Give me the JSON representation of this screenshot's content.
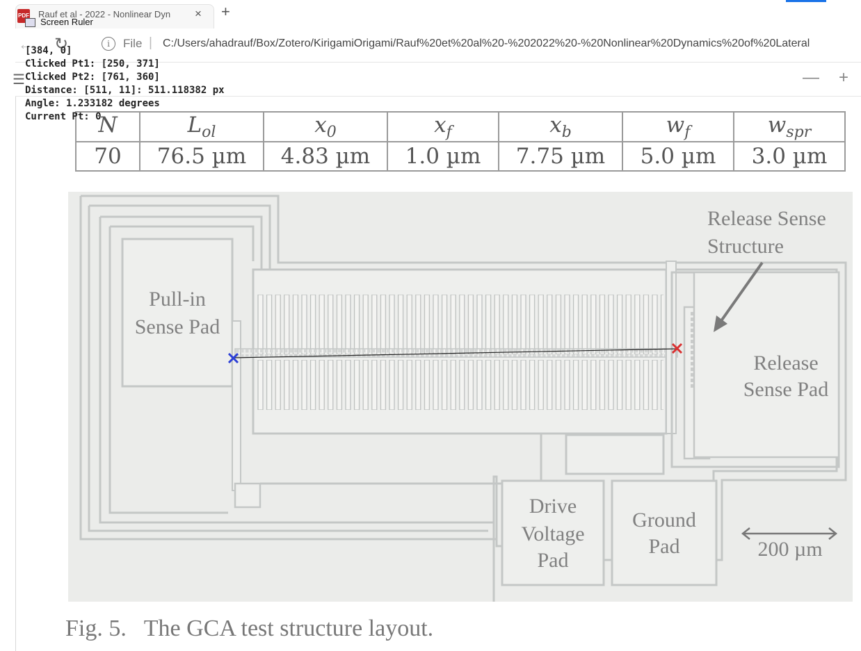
{
  "browser": {
    "tab_title": "Rauf et al - 2022 - Nonlinear Dyn",
    "tab_close": "×",
    "new_tab": "+",
    "file_label": "File",
    "url_separator": "|",
    "url": "C:/Users/ahadrauf/Box/Zotero/KirigamiOrigami/Rauf%20et%20al%20-%202022%20-%20Nonlinear%20Dynamics%20of%20Lateral",
    "zoom_out": "—",
    "zoom_in": "+"
  },
  "screen_ruler": {
    "title": "Screen Ruler",
    "cursor": "[384, 0]",
    "clicked_pt1": "Clicked Pt1: [250, 371]",
    "clicked_pt2": "Clicked Pt2: [761, 360]",
    "distance": "Distance: [511, 11]: 511.118382 px",
    "angle": "Angle: 1.233182 degrees",
    "current_pt": "Current Pt: 0"
  },
  "param_table": {
    "headers": [
      {
        "base": "N",
        "sub": ""
      },
      {
        "base": "L",
        "sub": "ol"
      },
      {
        "base": "x",
        "sub": "0"
      },
      {
        "base": "x",
        "sub": "f"
      },
      {
        "base": "x",
        "sub": "b"
      },
      {
        "base": "w",
        "sub": "f"
      },
      {
        "base": "w",
        "sub": "spr"
      }
    ],
    "values": [
      "70",
      "76.5 µm",
      "4.83 µm",
      "1.0 µm",
      "7.75 µm",
      "5.0 µm",
      "3.0 µm"
    ]
  },
  "figure": {
    "labels": {
      "release_structure_1": "Release Sense",
      "release_structure_2": "Structure",
      "pullin_1": "Pull-in",
      "pullin_2": "Sense Pad",
      "release_pad_1": "Release",
      "release_pad_2": "Sense Pad",
      "drive_1": "Drive",
      "drive_2": "Voltage",
      "drive_3": "Pad",
      "ground_1": "Ground",
      "ground_2": "Pad",
      "scale": "200 µm"
    },
    "caption": "Fig. 5.   The GCA test structure layout."
  },
  "colors": {
    "ruler_start_marker": "#2b3fd6",
    "ruler_end_marker": "#d93030",
    "layout_background": "#ebecea"
  }
}
